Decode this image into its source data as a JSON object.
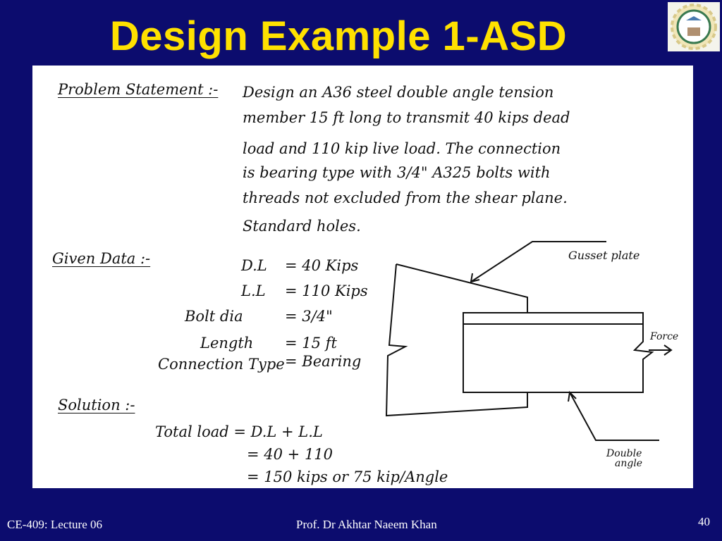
{
  "title": "Design Example 1-ASD",
  "logo": "university-seal-logo",
  "problem": {
    "heading": "Problem Statement :-",
    "lines": [
      "Design   an   A36   steel  double angle tension",
      "member 15 ft long to transmit 40 kips dead",
      "load and 110 kip live load. The connection",
      "is bearing type with 3/4\" A325 bolts with",
      "threads not excluded from the shear plane.",
      "Standard holes."
    ]
  },
  "given": {
    "heading": "Given Data :-",
    "rows": [
      {
        "label": "D.L",
        "value": "=  40 Kips"
      },
      {
        "label": "L.L",
        "value": "=  110 Kips"
      },
      {
        "label": "Bolt dia",
        "value": "=  3/4\""
      },
      {
        "label": "Length",
        "value": "=  15 ft"
      },
      {
        "label": "Connection Type",
        "value": "=  Bearing"
      }
    ]
  },
  "solution": {
    "heading": "Solution :-",
    "lines": [
      "Total load =  D.L + L.L",
      "=  40  + 110",
      "=  150 kips   or  75 kip/Angle"
    ]
  },
  "diagram": {
    "gusset_label": "Gusset plate",
    "force_label": "Force",
    "angle_label_1": "Double",
    "angle_label_2": "angle"
  },
  "footer": {
    "course": "CE-409: Lecture 06",
    "author": "Prof. Dr Akhtar Naeem Khan",
    "page": "40"
  }
}
